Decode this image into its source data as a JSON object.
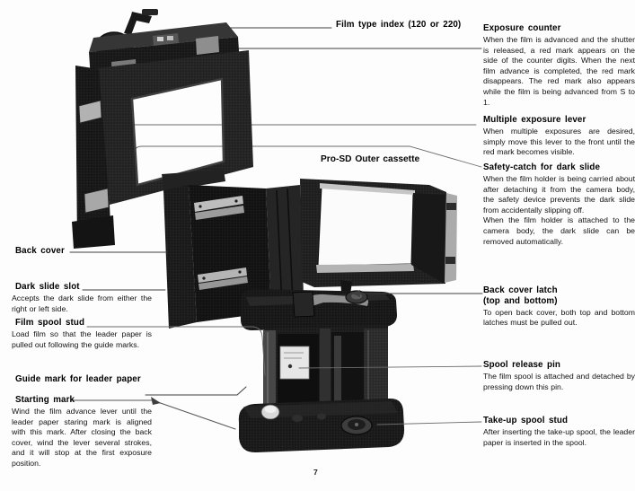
{
  "page": {
    "number": "7"
  },
  "callouts": {
    "film_type_index": {
      "title": "Film type index (120 or 220)"
    },
    "pro_sd_outer_cassette": {
      "title": "Pro-SD Outer cassette"
    }
  },
  "left": {
    "sections": [
      {
        "title": "Back cover"
      },
      {
        "title": "Dark slide slot",
        "body": "Accepts the dark slide from either the right or left side."
      },
      {
        "title": "Film spool stud",
        "body": "Load film so that the leader paper is pulled out following the guide marks."
      },
      {
        "title": "Guide mark for leader paper"
      },
      {
        "title": "Starting mark",
        "body": "Wind the film advance lever until the leader paper staring mark is aligned with this mark. After closing the back cover, wind the lever several strokes, and it will stop at the first exposure position."
      }
    ]
  },
  "right": {
    "sections": [
      {
        "title": "Exposure counter",
        "body": "When the film is advanced and the shutter is released, a red mark appears on the side of the counter digits. When the next film advance is completed, the red mark disappears. The red mark also appears while the film is being advanced from S to 1."
      },
      {
        "title": "Multiple exposure lever",
        "body": "When multiple exposures are desired, simply move this lever to the front until the red mark becomes visible."
      },
      {
        "title": "Safety-catch for dark slide",
        "body": "When the film holder is being carried about after detaching it from the camera body, the safety device prevents the dark slide from accidentally slipping off.\nWhen the film holder is attached to the camera body, the dark slide can be removed automatically."
      },
      {
        "title": "Back cover latch",
        "title2": "(top and bottom)",
        "body": "To open back cover, both top and bottom latches must be pulled out."
      },
      {
        "title": "Spool release pin",
        "body": "The film spool is attached and detached by pressing down this pin."
      },
      {
        "title": "Take-up spool stud",
        "body": "After inserting the take-up spool, the leader paper is inserted in the spool."
      }
    ]
  }
}
